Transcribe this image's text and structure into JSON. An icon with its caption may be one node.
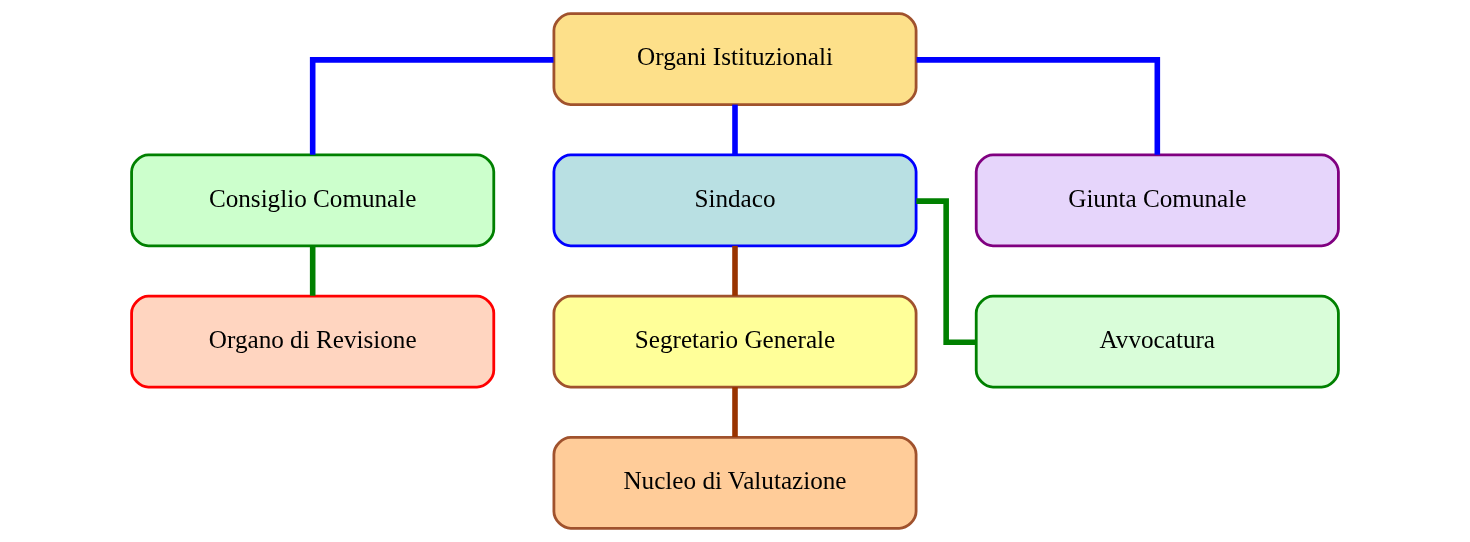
{
  "diagram": {
    "nodes": [
      {
        "text": [
          "Organi Istituzionali"
        ]
      },
      {
        "text": [
          "Consiglio Comunale"
        ]
      },
      {
        "text": [
          "Sindaco"
        ]
      },
      {
        "text": [
          "Giunta Comunale"
        ]
      },
      {
        "text": [
          "Organo di Revisione"
        ]
      },
      {
        "text": [
          "Segretario Generale"
        ]
      },
      {
        "text": [
          "Avvocatura"
        ]
      },
      {
        "text": [
          "Nucleo di Valutazione"
        ]
      }
    ],
    "edges": [
      {
        "from": 0,
        "to": 1,
        "arrow": "none",
        "color": "#0000ff"
      },
      {
        "from": 0,
        "to": 2,
        "arrow": "none",
        "color": "#0000ff"
      },
      {
        "from": 0,
        "to": 3,
        "arrow": "none",
        "color": "#0000ff"
      },
      {
        "from": 1,
        "to": 4,
        "arrow": "none",
        "color": "#008000"
      },
      {
        "from": 2,
        "to": 5,
        "arrow": "none",
        "color": "#993300"
      },
      {
        "from": 2,
        "to": 6,
        "arrow": "none",
        "color": "#008000"
      },
      {
        "from": 5,
        "to": 7,
        "arrow": "none",
        "color": "#993300"
      }
    ]
  }
}
